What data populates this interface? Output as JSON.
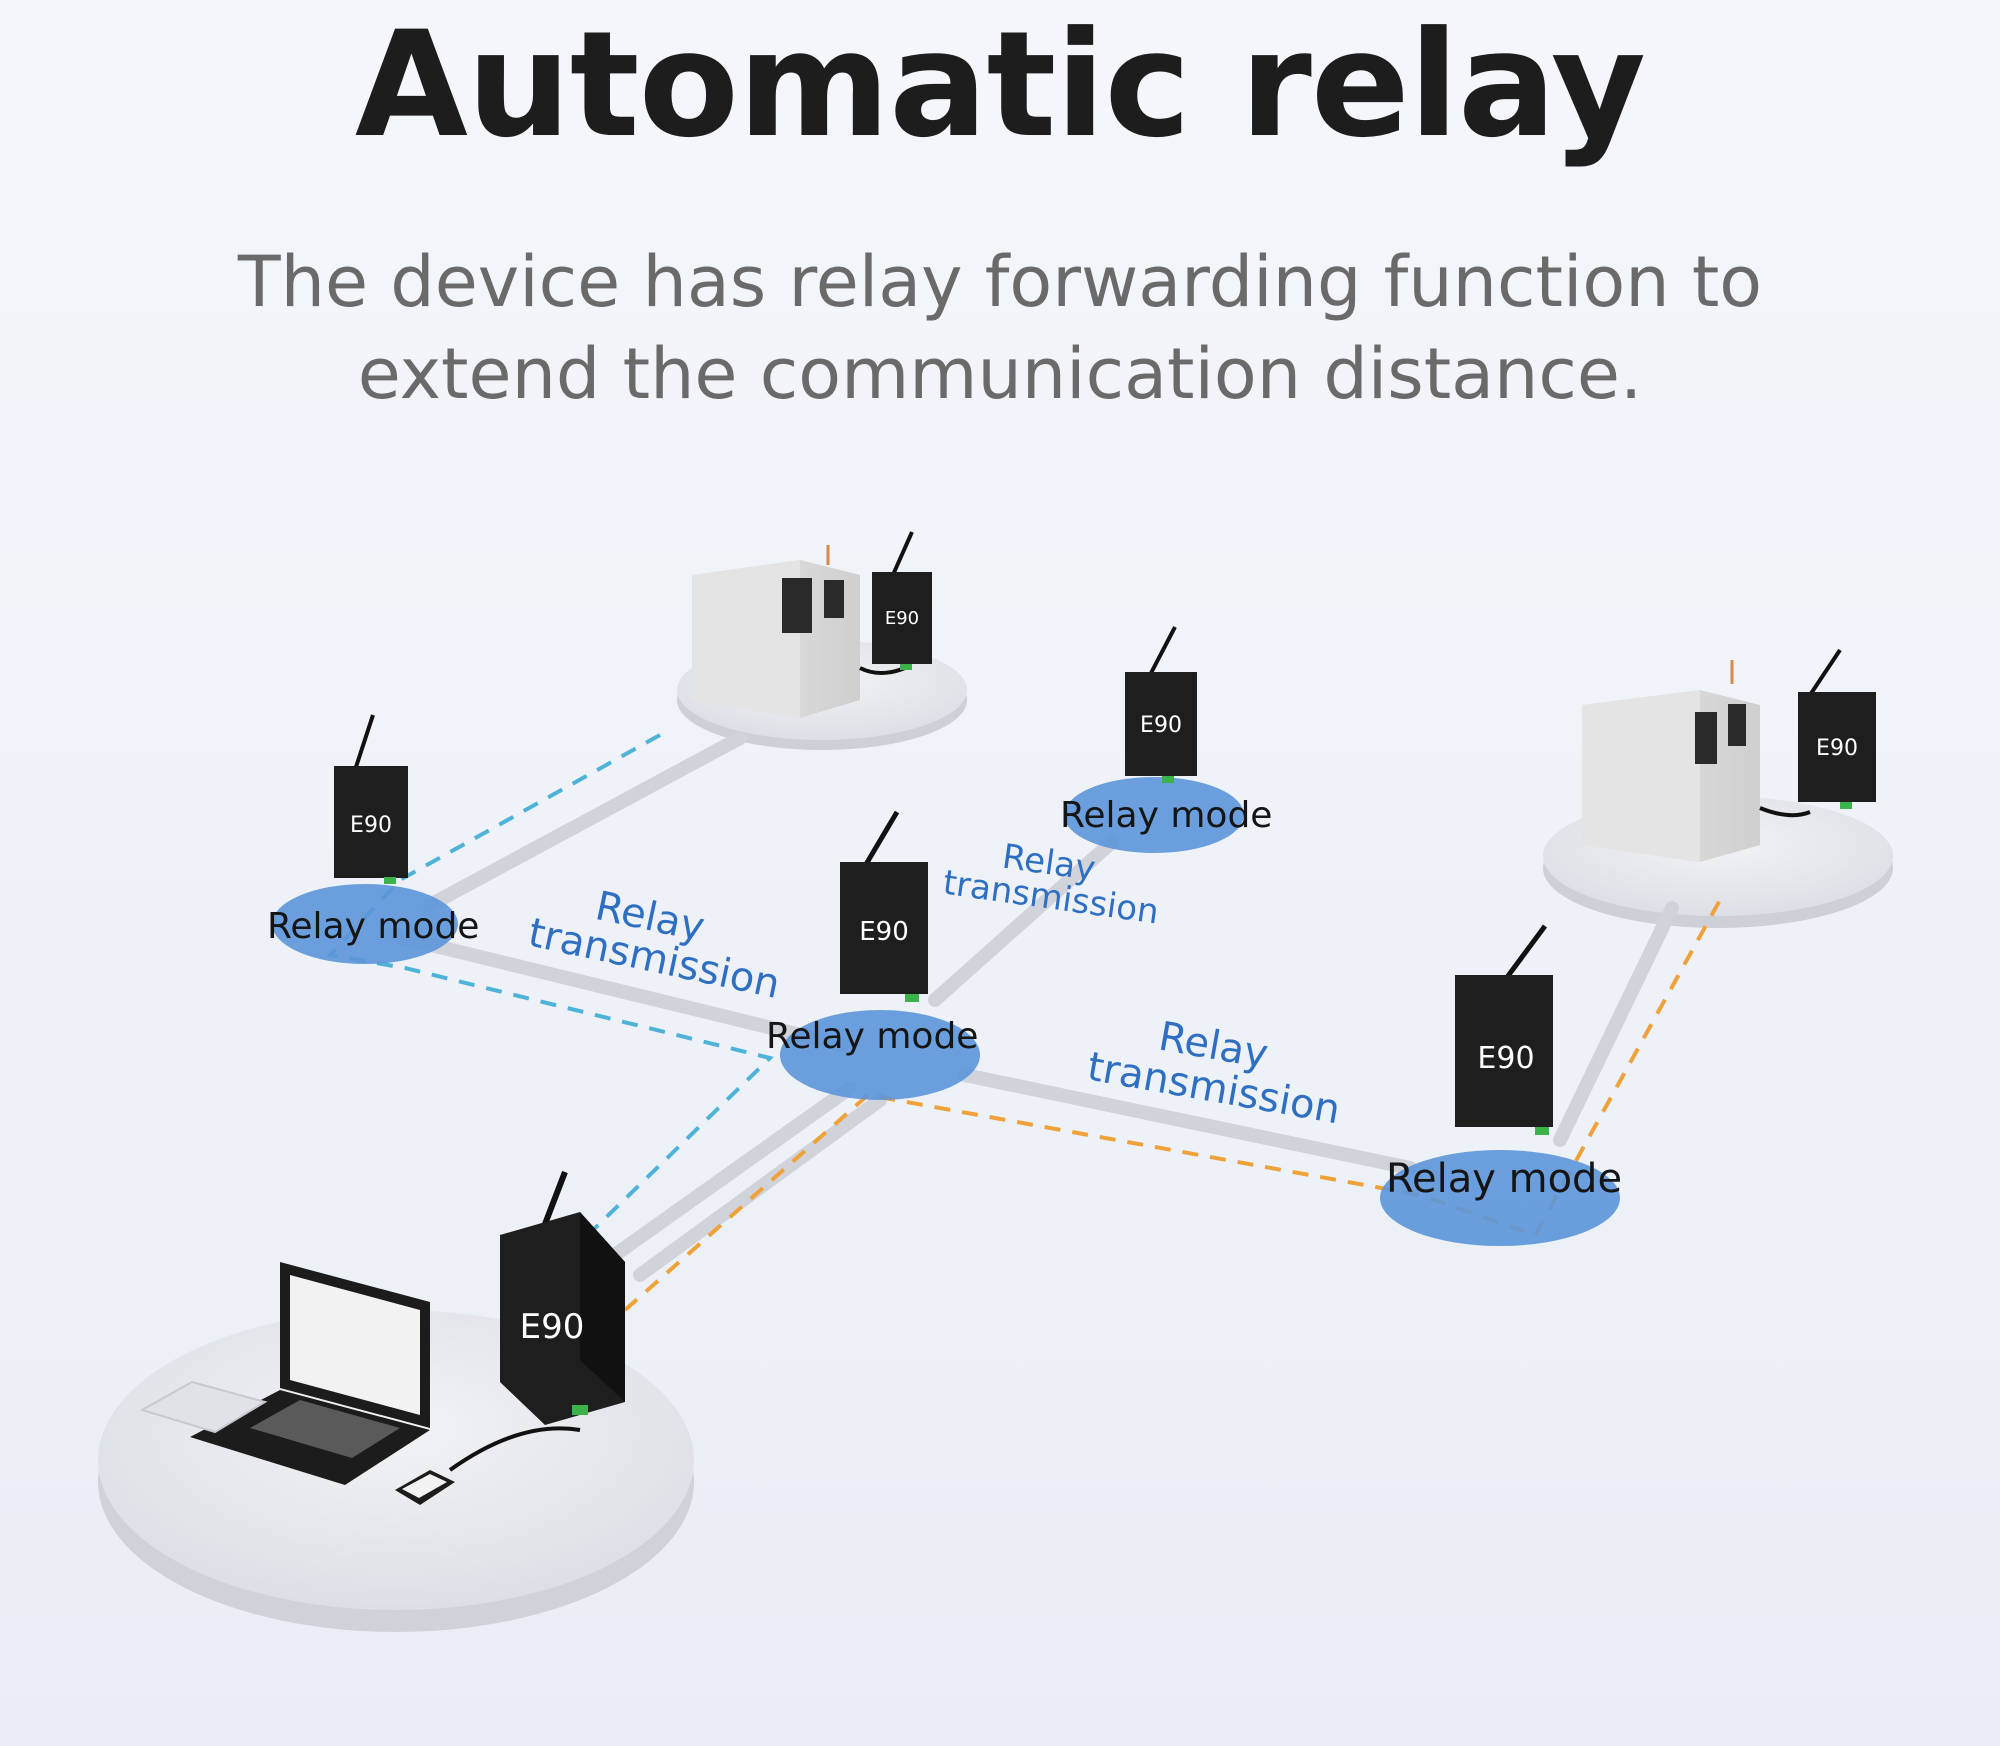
{
  "header": {
    "title": "Automatic relay",
    "subtitle_line1": "The device has relay forwarding function to",
    "subtitle_line2": "extend the communication distance."
  },
  "devices": {
    "label": "E90"
  },
  "relay_nodes": [
    {
      "label": "Relay mode"
    },
    {
      "label": "Relay mode"
    },
    {
      "label": "Relay mode"
    },
    {
      "label": "Relay mode"
    }
  ],
  "transmissions": [
    {
      "line1": "Relay",
      "line2": "transmission"
    },
    {
      "line1": "Relay",
      "line2": "transmission"
    },
    {
      "line1": "Relay",
      "line2": "transmission"
    }
  ],
  "colors": {
    "node_blue": "#5b95d9",
    "path_cyan": "#4fb3d9",
    "path_orange": "#f0a23a",
    "device_dark": "#1e1e1e",
    "text_blue": "#2f6fc2"
  }
}
